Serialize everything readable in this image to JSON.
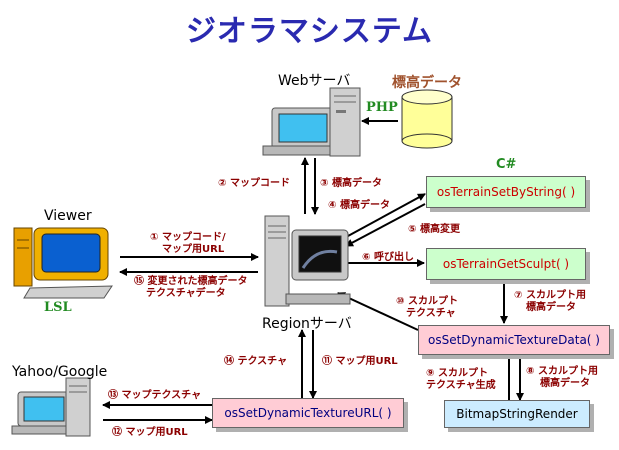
{
  "title": "ジオラマシステム",
  "nodes": {
    "web_server": "Webサーバ",
    "elevation_data": "標高データ",
    "php": "PHP",
    "viewer": "Viewer",
    "lsl": "LSL",
    "region_server": "Regionサーバ",
    "yahoo_google": "Yahoo/Google",
    "csharp": "C#"
  },
  "functions": {
    "set_by_string": "osTerrainSetByString( )",
    "get_sculpt": "osTerrainGetSculpt( )",
    "dynamic_texture_data": "osSetDynamicTextureData( )",
    "dynamic_texture_url": "osSetDynamicTextureURL( )",
    "bitmap_render": "BitmapStringRender"
  },
  "steps": {
    "s1a": "① マップコード/",
    "s1b": "マップ用URL",
    "s2": "② マップコード",
    "s3": "③ 標高データ",
    "s4": "④ 標高データ",
    "s5": "⑤ 標高変更",
    "s6": "⑥ 呼び出し",
    "s7a": "⑦ スカルプト用",
    "s7b": "標高データ",
    "s8a": "⑧ スカルプト用",
    "s8b": "標高データ",
    "s9a": "⑨ スカルプト",
    "s9b": "テクスチャ生成",
    "s10a": "⑩ スカルプト",
    "s10b": "テクスチャ",
    "s11": "⑪ マップ用URL",
    "s12": "⑫ マップ用URL",
    "s13": "⑬ マップテクスチャ",
    "s14": "⑭ テクスチャ",
    "s15a": "⑮ 変更された標高データ",
    "s15b": "テクスチャデータ"
  }
}
